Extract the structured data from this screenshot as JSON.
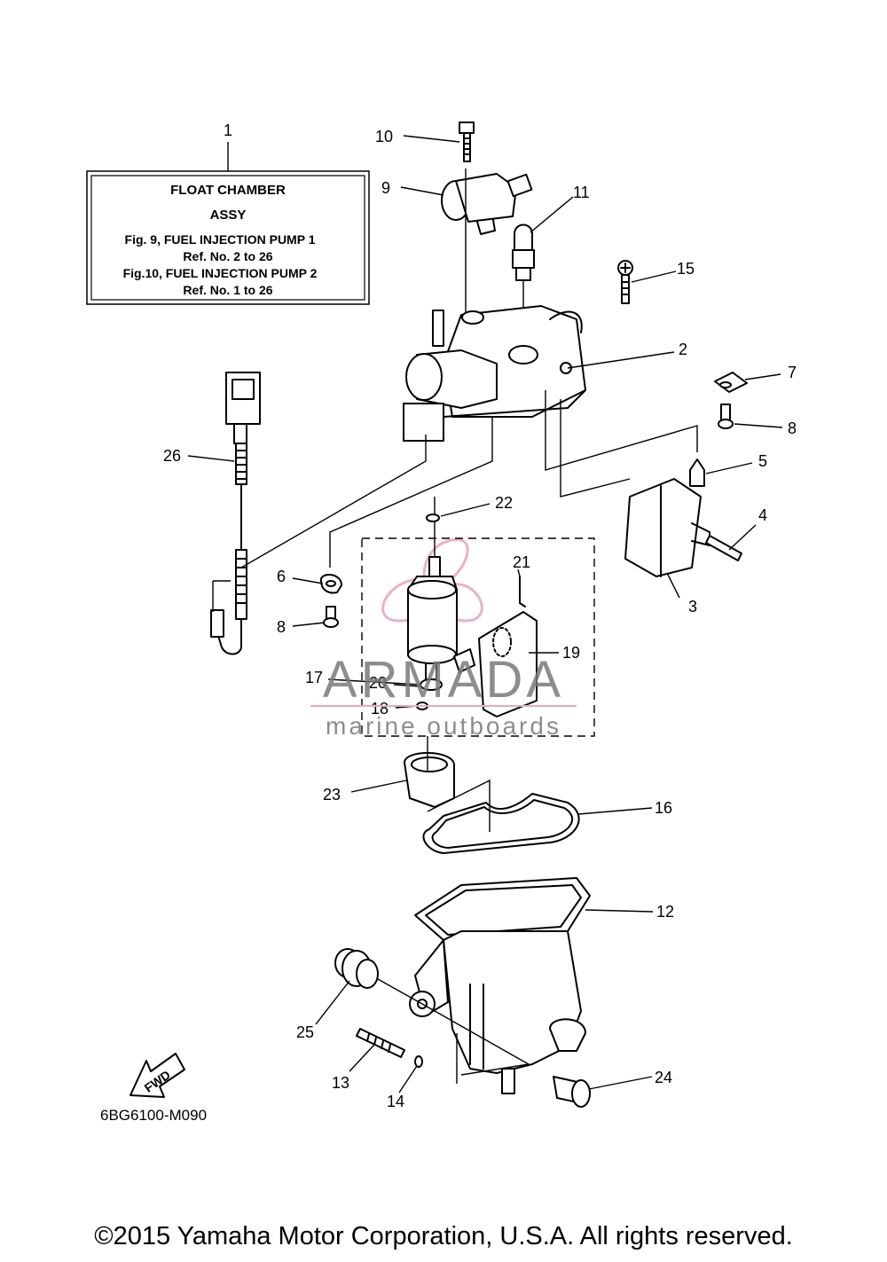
{
  "info_box": {
    "lines": [
      "FLOAT CHAMBER",
      "ASSY",
      "Fig.  9, FUEL INJECTION PUMP 1",
      "Ref. No. 2 to 26",
      "Fig.10, FUEL INJECTION PUMP 2",
      "Ref. No. 1 to 26"
    ]
  },
  "refs": {
    "r1": "1",
    "r2": "2",
    "r3": "3",
    "r4": "4",
    "r5": "5",
    "r6": "6",
    "r7": "7",
    "r8a": "8",
    "r8b": "8",
    "r9": "9",
    "r10": "10",
    "r11": "11",
    "r12": "12",
    "r13": "13",
    "r14": "14",
    "r15": "15",
    "r16": "16",
    "r17": "17",
    "r18": "18",
    "r19": "19",
    "r20": "20",
    "r21": "21",
    "r22": "22",
    "r23": "23",
    "r24": "24",
    "r25": "25",
    "r26": "26"
  },
  "fwd_label": "FWD",
  "diagram_code": "6BG6100-M090",
  "watermark": {
    "brand": "ARMADA",
    "tagline": "marine outboards",
    "logo_color": "#e8a9c4",
    "text_color": "#7a7a7a"
  },
  "copyright": "©2015 Yamaha Motor Corporation, U.S.A. All rights reserved."
}
